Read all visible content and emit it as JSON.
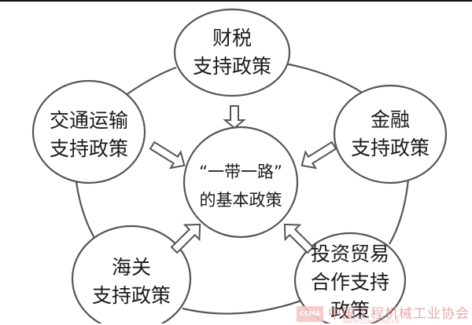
{
  "diagram": {
    "center": {
      "line1": "“一带一路”",
      "line2": "的基本政策"
    },
    "nodes": [
      {
        "id": "fiscal",
        "line1": "财税",
        "line2": "支持政策",
        "line3": ""
      },
      {
        "id": "finance",
        "line1": "金融",
        "line2": "支持政策",
        "line3": ""
      },
      {
        "id": "investment",
        "line1": "投资贸易",
        "line2": "合作支持",
        "line3": "政策"
      },
      {
        "id": "customs",
        "line1": "海关",
        "line2": "支持政策",
        "line3": ""
      },
      {
        "id": "transport",
        "line1": "交通运输",
        "line2": "支持政策",
        "line3": ""
      }
    ],
    "edges": [
      {
        "from": "fiscal",
        "to": "center",
        "type": "hollow-arrow"
      },
      {
        "from": "finance",
        "to": "center",
        "type": "hollow-arrow"
      },
      {
        "from": "investment",
        "to": "center",
        "type": "hollow-arrow"
      },
      {
        "from": "customs",
        "to": "center",
        "type": "hollow-arrow"
      },
      {
        "from": "transport",
        "to": "center",
        "type": "hollow-arrow"
      }
    ],
    "ring": "outer connecting arcs between adjacent nodes",
    "colors": {
      "stroke": "#555555",
      "text": "#1a1a1a",
      "watermark": "#e69a9a"
    }
  },
  "watermark": {
    "logo": "CCMA",
    "text": "中国工程机械工业协会",
    "subtext": "WWW.CCMA.ORG.CN"
  }
}
